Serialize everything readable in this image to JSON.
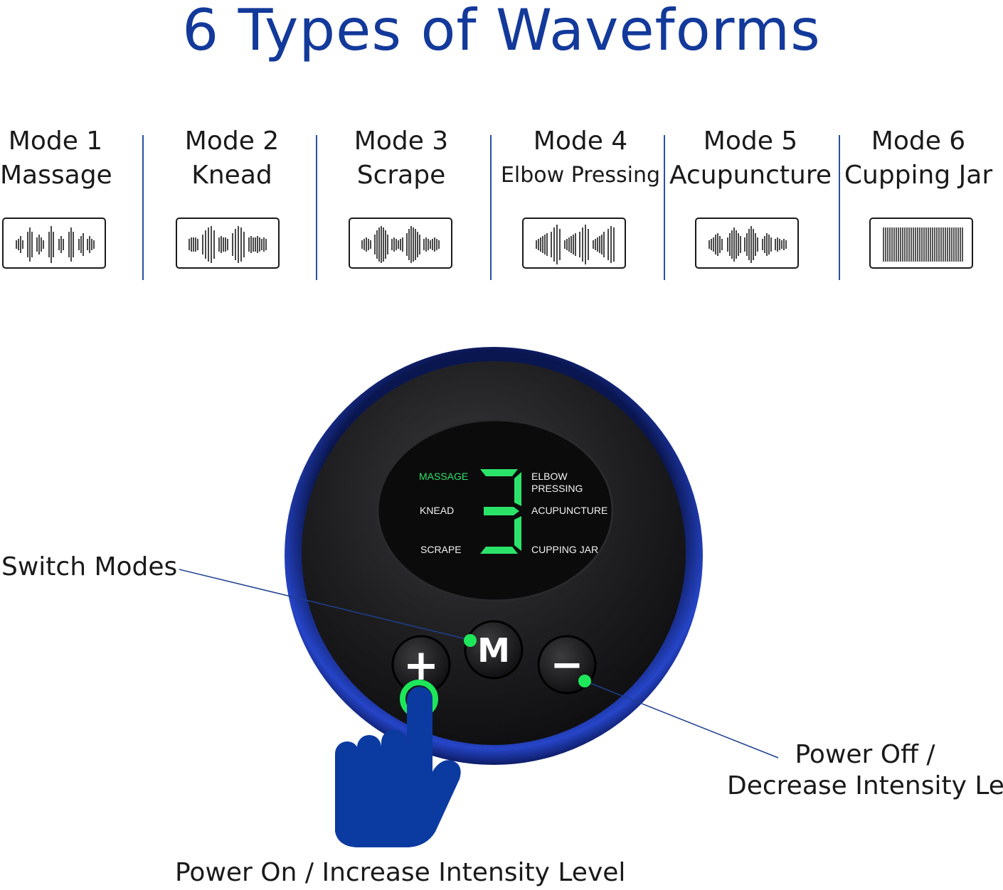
{
  "title": "6 Types of Waveforms",
  "modes": [
    {
      "number": "Mode 1",
      "name": "Massage"
    },
    {
      "number": "Mode 2",
      "name": "Knead"
    },
    {
      "number": "Mode 3",
      "name": "Scrape"
    },
    {
      "number": "Mode 4",
      "name": "Elbow Pressing"
    },
    {
      "number": "Mode 5",
      "name": "Acupuncture"
    },
    {
      "number": "Mode 6",
      "name": "Cupping Jar"
    }
  ],
  "display": {
    "digit": "3",
    "left_labels": [
      "MASSAGE",
      "KNEAD",
      "SCRAPE"
    ],
    "right_labels": [
      "ELBOW",
      "PRESSING",
      "ACUPUNCTURE",
      "CUPPING JAR"
    ],
    "active_label": "MASSAGE"
  },
  "buttons": {
    "plus": "+",
    "mode": "M",
    "minus": "−"
  },
  "callouts": {
    "switch_modes": "Switch Modes",
    "power_off_line1": "Power Off /",
    "power_off_line2": "Decrease Intensity Level",
    "power_on": "Power On / Increase Intensity Level"
  },
  "colors": {
    "title": "#13399a",
    "divider": "#2b4fa3",
    "device_ring": "#1d36a8",
    "device_body": "#1c1c1e",
    "display_green": "#2ce36a",
    "callout_dot": "#1ee65a",
    "hand": "#0b3aa1"
  },
  "icons": [
    "hand-pointer-icon",
    "plus-icon",
    "m-icon",
    "minus-icon"
  ]
}
